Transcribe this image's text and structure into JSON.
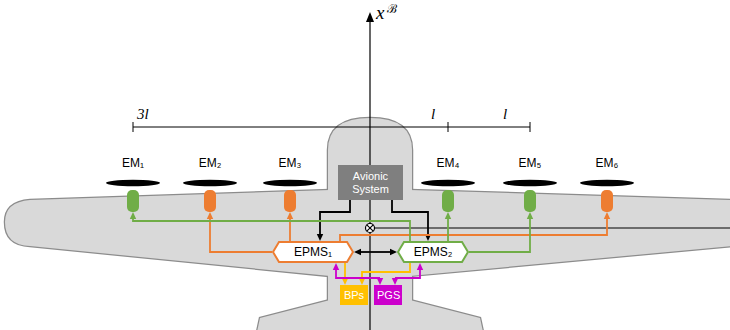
{
  "diagram": {
    "nodes": [
      {
        "text": [
          "EM₁"
        ]
      },
      {
        "text": [
          "EM₂"
        ]
      },
      {
        "text": [
          "EM₃"
        ]
      },
      {
        "text": [
          "Avionic System"
        ]
      },
      {
        "text": [
          "EM₄"
        ]
      },
      {
        "text": [
          "EM₅"
        ]
      },
      {
        "text": [
          "EM₆"
        ]
      },
      {
        "text": [
          "EPMS₁"
        ]
      },
      {
        "text": [
          "EPMS₂"
        ]
      },
      {
        "text": [
          "BPs"
        ]
      },
      {
        "text": [
          "PGS"
        ]
      }
    ],
    "edges": [
      {
        "from": 3,
        "to": 7,
        "arrow": "to"
      },
      {
        "from": 3,
        "to": 8,
        "arrow": "to"
      },
      {
        "from": 7,
        "to": 8,
        "arrow": "both"
      },
      {
        "from": 7,
        "to": 1,
        "arrow": "to"
      },
      {
        "from": 7,
        "to": 2,
        "arrow": "to"
      },
      {
        "from": 7,
        "to": 6,
        "arrow": "to"
      },
      {
        "from": 8,
        "to": 0,
        "arrow": "to"
      },
      {
        "from": 8,
        "to": 4,
        "arrow": "to"
      },
      {
        "from": 8,
        "to": 5,
        "arrow": "to"
      },
      {
        "from": 7,
        "to": 9,
        "arrow": "to"
      },
      {
        "from": 8,
        "to": 9,
        "arrow": "to"
      },
      {
        "from": 10,
        "to": 7,
        "arrow": "both"
      },
      {
        "from": 10,
        "to": 8,
        "arrow": "both"
      }
    ],
    "labels": [
      "x",
      "ℬ",
      "3l",
      "l",
      "l"
    ]
  }
}
